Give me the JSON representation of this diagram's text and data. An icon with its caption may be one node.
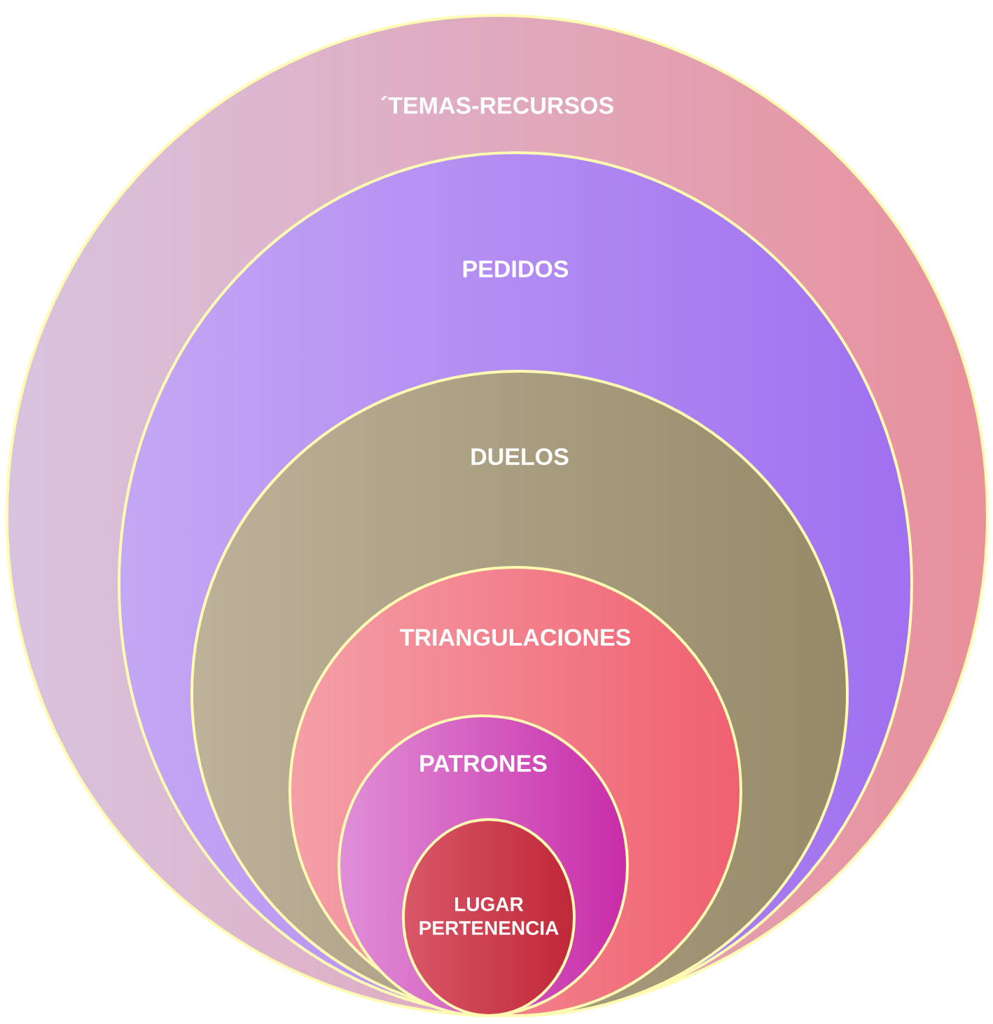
{
  "diagram": {
    "nodes": [
      {
        "text": [
          "´TEMAS-RECURSOS"
        ]
      },
      {
        "text": [
          "PEDIDOS"
        ],
        "in": 0
      },
      {
        "text": [
          "DUELOS"
        ],
        "in": 1
      },
      {
        "text": [
          "TRIANGULACIONES"
        ],
        "in": 2
      },
      {
        "text": [
          "PATRONES"
        ],
        "in": 3
      },
      {
        "text": [
          "LUGAR PERTENENCIA"
        ],
        "in": 4
      }
    ]
  }
}
